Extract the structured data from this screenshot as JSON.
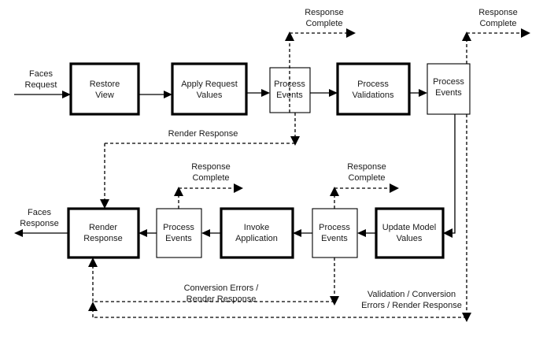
{
  "diagram": {
    "title": "JavaServer Faces Request Processing Lifecycle",
    "type": "flow-diagram",
    "background_color": "#ffffff",
    "line_color": "#000000",
    "text_color": "#1a1a1a",
    "boxes": {
      "restore_view": {
        "line1": "Restore",
        "line2": "View"
      },
      "apply_request_values": {
        "line1": "Apply Request",
        "line2": "Values"
      },
      "process_events_1": {
        "line1": "Process",
        "line2": "Events"
      },
      "process_validations": {
        "line1": "Process",
        "line2": "Validations"
      },
      "process_events_2": {
        "line1": "Process",
        "line2": "Events"
      },
      "update_model_values": {
        "line1": "Update Model",
        "line2": "Values"
      },
      "process_events_3": {
        "line1": "Process",
        "line2": "Events"
      },
      "invoke_application": {
        "line1": "Invoke",
        "line2": "Application"
      },
      "process_events_4": {
        "line1": "Process",
        "line2": "Events"
      },
      "render_response": {
        "line1": "Render",
        "line2": "Response"
      }
    },
    "labels": {
      "faces_request": {
        "line1": "Faces",
        "line2": "Request"
      },
      "faces_response": {
        "line1": "Faces",
        "line2": "Response"
      },
      "response_complete_top_1": {
        "line1": "Response",
        "line2": "Complete"
      },
      "response_complete_top_2": {
        "line1": "Response",
        "line2": "Complete"
      },
      "response_complete_mid_1": {
        "line1": "Response",
        "line2": "Complete"
      },
      "response_complete_mid_2": {
        "line1": "Response",
        "line2": "Complete"
      },
      "render_response_path": {
        "line1": "Render Response"
      },
      "conversion_errors_path": {
        "line1": "Conversion Errors /",
        "line2": "Render Response"
      },
      "validation_conversion_path": {
        "line1": "Validation / Conversion",
        "line2": "Errors / Render Response"
      }
    }
  }
}
